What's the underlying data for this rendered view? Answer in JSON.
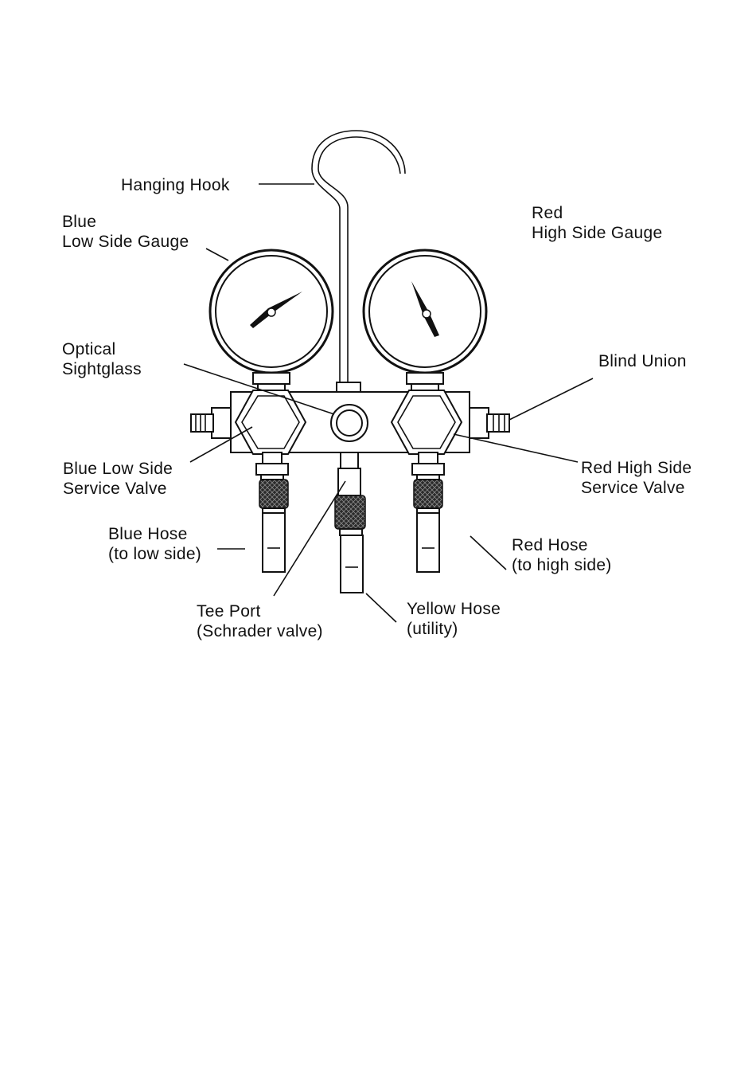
{
  "labels": {
    "hanging_hook": "Hanging Hook",
    "blue_gauge_line1": "Blue",
    "blue_gauge_line2": "Low Side Gauge",
    "red_gauge_line1": "Red",
    "red_gauge_line2": "High Side Gauge",
    "sightglass_line1": "Optical",
    "sightglass_line2": "Sightglass",
    "blind_union": "Blind Union",
    "blue_valve_line1": "Blue Low Side",
    "blue_valve_line2": "Service Valve",
    "red_valve_line1": "Red High Side",
    "red_valve_line2": "Service Valve",
    "blue_hose_line1": "Blue Hose",
    "blue_hose_line2": "(to low side)",
    "red_hose_line1": "Red Hose",
    "red_hose_line2": "(to high side)",
    "tee_port_line1": "Tee Port",
    "tee_port_line2": "(Schrader valve)",
    "yellow_hose_line1": "Yellow Hose",
    "yellow_hose_line2": "(utility)"
  },
  "colors": {
    "ink": "#111111",
    "background": "#ffffff"
  }
}
